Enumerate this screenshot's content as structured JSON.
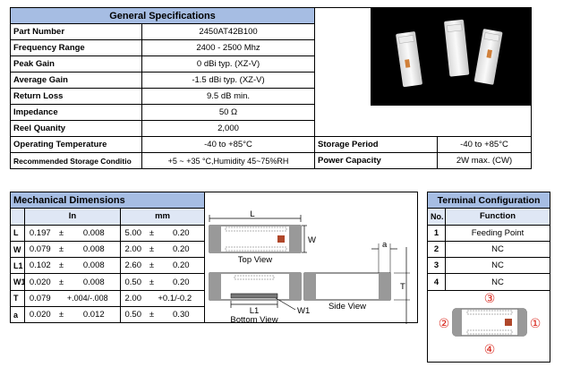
{
  "general": {
    "title": "General Specifications",
    "rows": [
      {
        "label": "Part Number",
        "value": "2450AT42B100"
      },
      {
        "label": "Frequency Range",
        "value": "2400 - 2500 Mhz"
      },
      {
        "label": "Peak Gain",
        "value": "0 dBi typ. (XZ-V)"
      },
      {
        "label": "Average Gain",
        "value": "-1.5 dBi typ. (XZ-V)"
      },
      {
        "label": "Return Loss",
        "value": "9.5 dB min."
      },
      {
        "label": "Impedance",
        "value": "50 Ω"
      },
      {
        "label": "Reel Quanity",
        "value": "2,000"
      }
    ],
    "op_temp_label": "Operating Temperature",
    "op_temp_value": "-40 to +85°C",
    "storage_period_label": "Storage Period",
    "storage_period_value": "-40 to +85°C",
    "rec_storage_label": "Recommended Storage Conditio",
    "rec_storage_value": "+5 ~ +35 °C,Humidity 45~75%RH",
    "power_label": "Power Capacity",
    "power_value": "2W max. (CW)"
  },
  "mechanical": {
    "title": "Mechanical Dimensions",
    "unit_in": "In",
    "unit_mm": "mm",
    "rows": [
      {
        "dim": "L",
        "in_val": "0.197",
        "in_sign": "±",
        "in_tol": "0.008",
        "mm_val": "5.00",
        "mm_sign": "±",
        "mm_tol": "0.20"
      },
      {
        "dim": "W",
        "in_val": "0.079",
        "in_sign": "±",
        "in_tol": "0.008",
        "mm_val": "2.00",
        "mm_sign": "±",
        "mm_tol": "0.20"
      },
      {
        "dim": "L1",
        "in_val": "0.102",
        "in_sign": "±",
        "in_tol": "0.008",
        "mm_val": "2.60",
        "mm_sign": "±",
        "mm_tol": "0.20"
      },
      {
        "dim": "W1",
        "in_val": "0.020",
        "in_sign": "±",
        "in_tol": "0.008",
        "mm_val": "0.50",
        "mm_sign": "±",
        "mm_tol": "0.20"
      },
      {
        "dim": "T",
        "in_val": "0.079",
        "in_sign": "",
        "in_tol": "+.004/-.008",
        "mm_val": "2.00",
        "mm_sign": "",
        "mm_tol": "+0.1/-0.2"
      },
      {
        "dim": "a",
        "in_val": "0.020",
        "in_sign": "±",
        "in_tol": "0.012",
        "mm_val": "0.50",
        "mm_sign": "±",
        "mm_tol": "0.30"
      }
    ],
    "drawing": {
      "l_label": "L",
      "w_label": "W",
      "top_view": "Top View",
      "a_label": "a",
      "t_label": "T",
      "l1_label": "L1",
      "w1_label": "W1",
      "bottom_view": "Bottom View",
      "side_view": "Side View"
    }
  },
  "terminal": {
    "title": "Terminal Configuration",
    "col_no": "No.",
    "col_function": "Function",
    "rows": [
      {
        "no": "1",
        "function": "Feeding Point"
      },
      {
        "no": "2",
        "function": "NC"
      },
      {
        "no": "3",
        "function": "NC"
      },
      {
        "no": "4",
        "function": "NC"
      }
    ],
    "markers": {
      "m1": "①",
      "m2": "②",
      "m3": "③",
      "m4": "④"
    },
    "marker_color": "#d9261c"
  },
  "colors": {
    "header_bg": "#a6bde3",
    "pad_gray": "#999999",
    "feed_brown": "#b0472a"
  }
}
